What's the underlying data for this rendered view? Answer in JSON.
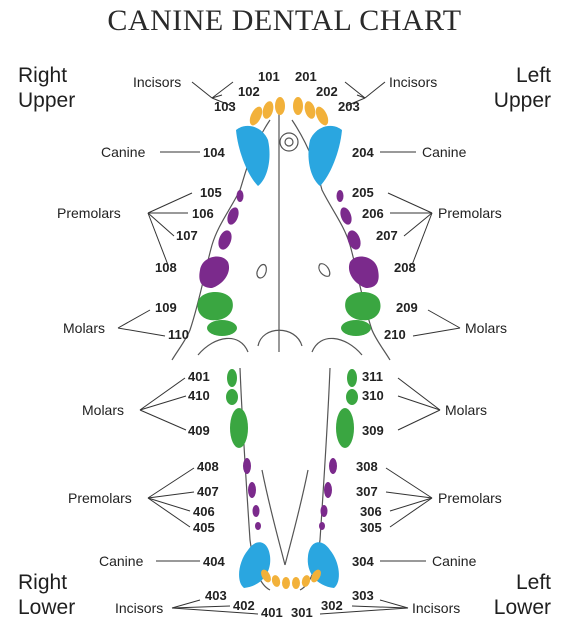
{
  "title": "CANINE DENTAL CHART",
  "quadrants": {
    "right_upper": [
      "Right",
      "Upper"
    ],
    "left_upper": [
      "Left",
      "Upper"
    ],
    "right_lower": [
      "Right",
      "Lower"
    ],
    "left_lower": [
      "Left",
      "Lower"
    ]
  },
  "groups": {
    "incisors": "Incisors",
    "canine": "Canine",
    "premolars": "Premolars",
    "molars": "Molars"
  },
  "teeth": {
    "upper_right": {
      "incisors": [
        "101",
        "102",
        "103"
      ],
      "canine": "104",
      "premolars": [
        "105",
        "106",
        "107",
        "108"
      ],
      "molars": [
        "109",
        "110"
      ]
    },
    "upper_left": {
      "incisors": [
        "201",
        "202",
        "203"
      ],
      "canine": "204",
      "premolars": [
        "205",
        "206",
        "207",
        "208"
      ],
      "molars": [
        "209",
        "210"
      ]
    },
    "lower_left": {
      "molars": [
        "311",
        "310",
        "309"
      ],
      "premolars": [
        "308",
        "307",
        "306",
        "305"
      ],
      "canine": "304",
      "incisors": [
        "303",
        "302",
        "301"
      ]
    },
    "lower_right": {
      "molars": [
        "401",
        "410",
        "409"
      ],
      "premolars": [
        "408",
        "407",
        "406",
        "405"
      ],
      "canine": "404",
      "incisors": [
        "403",
        "402",
        "401"
      ]
    }
  },
  "colors": {
    "incisor": "#f2b13a",
    "canine": "#2aa6e0",
    "premolar": "#7b2a8c",
    "molar": "#3aa641"
  }
}
